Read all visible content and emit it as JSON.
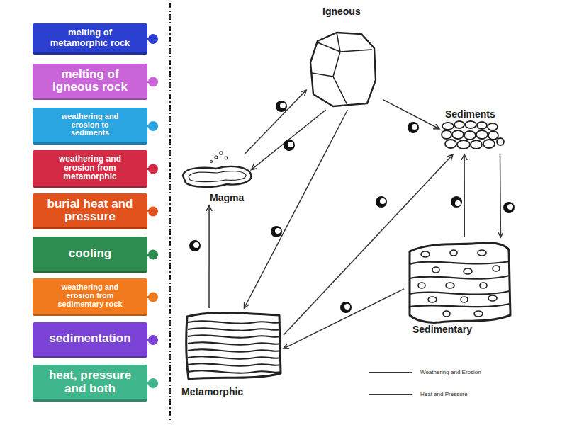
{
  "diagram": {
    "nodes": [
      {
        "text": [
          "melting of metamorphic rock"
        ]
      },
      {
        "text": [
          "melting of igneous rock"
        ]
      },
      {
        "text": [
          "weathering and erosion to sediments"
        ]
      },
      {
        "text": [
          "weathering and erosion from metamorphic"
        ]
      },
      {
        "text": [
          "burial heat and pressure"
        ]
      },
      {
        "text": [
          "cooling"
        ]
      },
      {
        "text": [
          "weathering and erosion from sedimentary rock"
        ]
      },
      {
        "text": [
          "sedimentation"
        ]
      },
      {
        "text": [
          "heat, pressure and both"
        ]
      },
      {
        "text": [
          "Igneous"
        ]
      },
      {
        "text": [
          "Sediments"
        ]
      },
      {
        "text": [
          "Magma"
        ]
      },
      {
        "text": [
          "Sedimentary"
        ]
      },
      {
        "text": [
          "Metamorphic"
        ]
      }
    ],
    "edges": [
      {
        "from": 11,
        "to": 9,
        "arrow": "to"
      },
      {
        "from": 9,
        "to": 11,
        "arrow": "to"
      },
      {
        "from": 9,
        "to": 10,
        "arrow": "to"
      },
      {
        "from": 9,
        "to": 13,
        "arrow": "to"
      },
      {
        "from": 13,
        "to": 11,
        "arrow": "to"
      },
      {
        "from": 13,
        "to": 10,
        "arrow": "to"
      },
      {
        "from": 10,
        "to": 12,
        "arrow": "to"
      },
      {
        "from": 12,
        "to": 10,
        "arrow": "to"
      },
      {
        "from": 12,
        "to": 13,
        "arrow": "to"
      }
    ],
    "legend": [
      {
        "text": "Weathering and Erosion"
      },
      {
        "text": "Heat and Pressure"
      }
    ]
  }
}
